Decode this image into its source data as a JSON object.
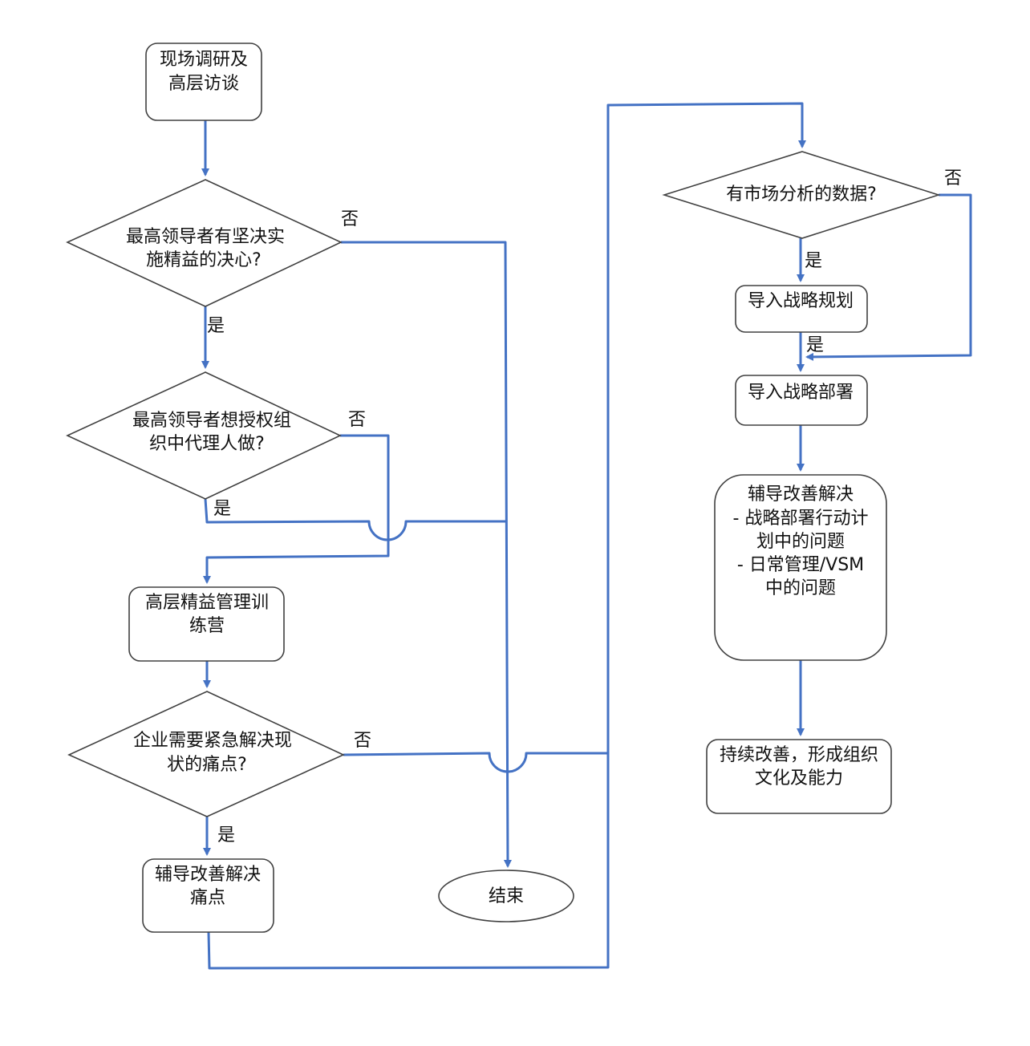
{
  "colors": {
    "connector": "#4472c4",
    "shape_border": "#404040",
    "text": "#111111",
    "background": "#ffffff"
  },
  "nodes": {
    "site_research": {
      "line1": "现场调研及",
      "line2": "高层访谈"
    },
    "q_determination": {
      "line1": "最高领导者有坚决实",
      "line2": "施精益的决心?"
    },
    "q_authorize": {
      "line1": "最高领导者想授权组",
      "line2": "织中代理人做?"
    },
    "bootcamp": {
      "line1": "高层精益管理训",
      "line2": "练营"
    },
    "q_pain_point": {
      "line1": "企业需要紧急解决现",
      "line2": "状的痛点?"
    },
    "coach_pain": {
      "line1": "辅导改善解决",
      "line2": "痛点"
    },
    "end": {
      "label": "结束"
    },
    "q_market_data": {
      "label": "有市场分析的数据?"
    },
    "strategy_planning": {
      "label": "导入战略规划"
    },
    "strategy_deploy": {
      "label": "导入战略部署"
    },
    "coach_improve": {
      "line1": "辅导改善解决",
      "line2": "- 战略部署行动计",
      "line3": "划中的问题",
      "line4": "- 日常管理/VSM",
      "line5": "中的问题"
    },
    "sustain": {
      "line1": "持续改善，形成组织",
      "line2": "文化及能力"
    }
  },
  "edge_labels": {
    "q1_no": "否",
    "q1_yes": "是",
    "q2_no": "否",
    "q2_yes": "是",
    "q3_no": "否",
    "q3_yes": "是",
    "q4_no": "否",
    "q4_yes": "是",
    "planning_yes": "是"
  }
}
